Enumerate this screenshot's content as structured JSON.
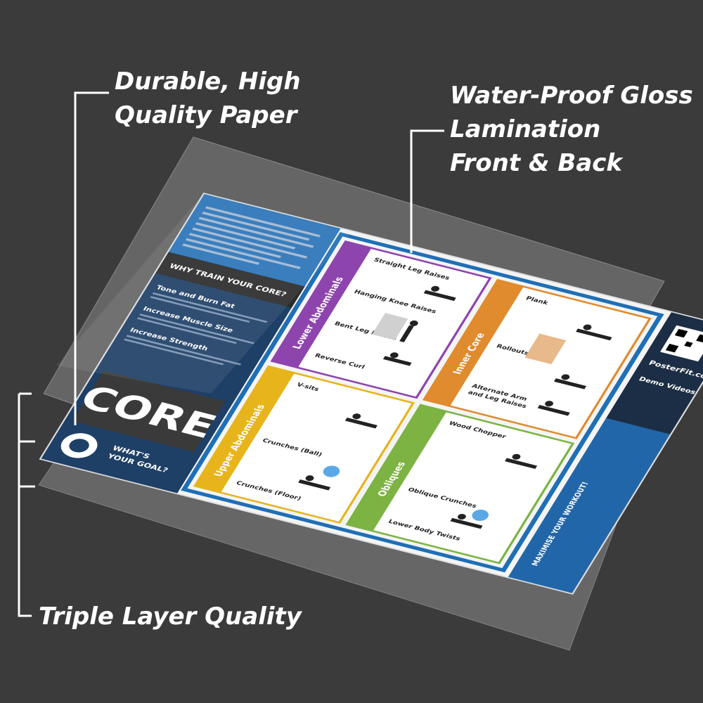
{
  "callouts": {
    "paper": [
      "Durable, High",
      "Quality Paper"
    ],
    "lamination": [
      "Water-Proof Gloss",
      "Lamination",
      "Front & Back"
    ],
    "triple": "Triple Layer Quality"
  },
  "poster": {
    "title": "CORE",
    "goal_label": [
      "WHAT'S",
      "YOUR GOAL?"
    ],
    "why_title": "WHY TRAIN YOUR CORE?",
    "tone": "Tone and Burn Fat",
    "muscle": "Increase Muscle Size",
    "strength": "Increase Strength",
    "maximise": "MAXIMISE YOUR WORKOUT!",
    "brand": "PosterFit.com",
    "demo": "Demo Videos",
    "sections": {
      "lower_abs": "Lower Abdominals",
      "upper_abs": "Upper Abdominals",
      "inner_core": "Inner Core",
      "obliques": "Obliques"
    },
    "exercises": {
      "straight_leg": "Straight Leg Raises",
      "hanging_knee": "Hanging Knee Raises",
      "bent_leg": "Bent Leg Raises",
      "reverse_curl": "Reverse Curl",
      "v_sits": "V-sits",
      "crunches_ball": "Crunches (Ball)",
      "crunches_floor": "Crunches (Floor)",
      "plank": "Plank",
      "rollouts": "Rollouts",
      "alt_arm_leg": [
        "Alternate Arm",
        "and Leg Raises"
      ],
      "wood_chopper": "Wood Chopper",
      "oblique_crunches": "Oblique Crunches",
      "lower_body_twists": "Lower Body Twists"
    }
  },
  "colors": {
    "background": "#3b3b3b",
    "text": "#ffffff",
    "blue": "#1f6fb5",
    "purple": "#8e44ad",
    "orange": "#e08b2e",
    "yellow": "#e7b41b",
    "green": "#7cb342"
  }
}
